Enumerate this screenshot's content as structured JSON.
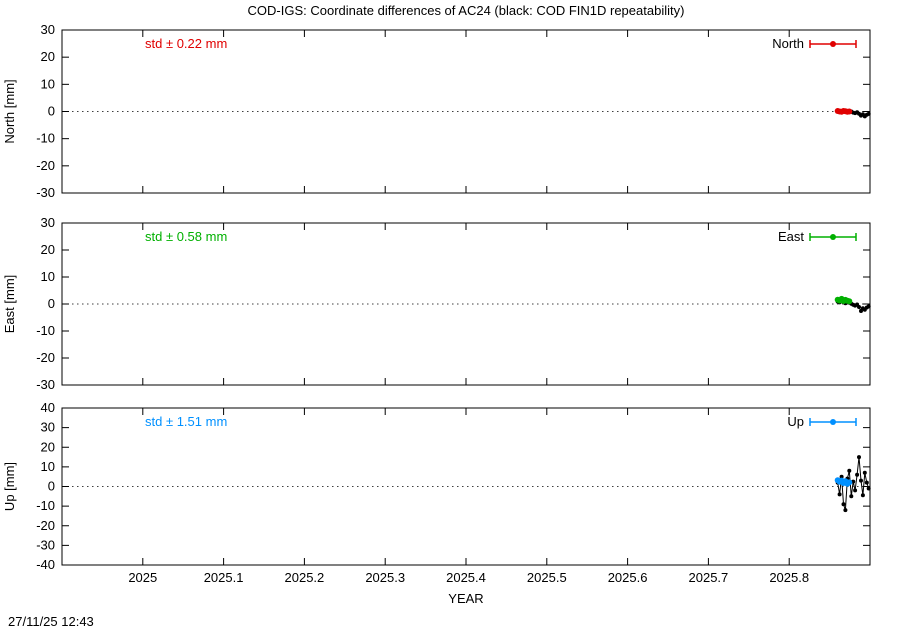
{
  "page": {
    "title": "COD-IGS: Coordinate differences of AC24 (black: COD FIN1D repeatability)",
    "timestamp": "27/11/25 12:43",
    "xlabel": "YEAR"
  },
  "chart_data": [
    {
      "type": "scatter",
      "panel": "North",
      "ylabel": "North [mm]",
      "ylim": [
        -30,
        30
      ],
      "yticks": [
        -30,
        -20,
        -10,
        0,
        10,
        20,
        30
      ],
      "xlim": [
        2024.9,
        2025.9
      ],
      "xticks": [
        2025,
        2025.1,
        2025.2,
        2025.3,
        2025.4,
        2025.5,
        2025.6,
        2025.7,
        2025.8
      ],
      "xticklabels": [
        "2025",
        "2025.1",
        "2025.2",
        "2025.3",
        "2025.4",
        "2025.5",
        "2025.6",
        "2025.7",
        "2025.8"
      ],
      "std_label": "std ± 0.22 mm",
      "legend": "North",
      "color": "#e00000",
      "zero_line": true,
      "series": [
        {
          "name": "COD FIN1D repeatability",
          "color": "#000000",
          "style": "linespoints",
          "x": [
            2025.86,
            2025.8624,
            2025.8648,
            2025.8672,
            2025.8696,
            2025.872,
            2025.8744,
            2025.8768,
            2025.8792,
            2025.8816,
            2025.884,
            2025.8864,
            2025.8888,
            2025.8912,
            2025.8936,
            2025.896,
            2025.8984
          ],
          "y": [
            0.4,
            0.1,
            -0.2,
            0.3,
            0.0,
            -0.3,
            0.2,
            0.0,
            -0.4,
            -0.6,
            -0.3,
            -0.8,
            -1.5,
            -1.0,
            -1.8,
            -1.2,
            -0.9
          ]
        },
        {
          "name": "North",
          "color": "#e00000",
          "style": "points",
          "x": [
            2025.86,
            2025.8624,
            2025.8648,
            2025.8672,
            2025.8696,
            2025.872,
            2025.8744
          ],
          "y": [
            0.2,
            0.0,
            -0.1,
            0.2,
            0.1,
            -0.1,
            0.0
          ]
        }
      ]
    },
    {
      "type": "scatter",
      "panel": "East",
      "ylabel": "East [mm]",
      "ylim": [
        -30,
        30
      ],
      "yticks": [
        -30,
        -20,
        -10,
        0,
        10,
        20,
        30
      ],
      "xlim": [
        2024.9,
        2025.9
      ],
      "xticks": [
        2025,
        2025.1,
        2025.2,
        2025.3,
        2025.4,
        2025.5,
        2025.6,
        2025.7,
        2025.8
      ],
      "xticklabels": [
        "2025",
        "2025.1",
        "2025.2",
        "2025.3",
        "2025.4",
        "2025.5",
        "2025.6",
        "2025.7",
        "2025.8"
      ],
      "std_label": "std ± 0.58 mm",
      "legend": "East",
      "color": "#00b000",
      "zero_line": true,
      "series": [
        {
          "name": "COD FIN1D repeatability",
          "color": "#000000",
          "style": "linespoints",
          "x": [
            2025.86,
            2025.8624,
            2025.8648,
            2025.8672,
            2025.8696,
            2025.872,
            2025.8744,
            2025.8768,
            2025.8792,
            2025.8816,
            2025.884,
            2025.8864,
            2025.8888,
            2025.8912,
            2025.8936,
            2025.896,
            2025.8984
          ],
          "y": [
            0.9,
            0.6,
            1.1,
            0.7,
            0.3,
            0.8,
            0.5,
            0.1,
            -0.3,
            -0.6,
            -0.2,
            -1.1,
            -2.6,
            -1.6,
            -2.1,
            -1.3,
            -0.9
          ]
        },
        {
          "name": "East",
          "color": "#00b000",
          "style": "points",
          "x": [
            2025.86,
            2025.8624,
            2025.8648,
            2025.8672,
            2025.8696,
            2025.872,
            2025.8744
          ],
          "y": [
            1.6,
            1.3,
            1.9,
            1.1,
            1.5,
            1.2,
            1.0
          ]
        }
      ]
    },
    {
      "type": "scatter",
      "panel": "Up",
      "ylabel": "Up [mm]",
      "ylim": [
        -40,
        40
      ],
      "yticks": [
        -40,
        -30,
        -20,
        -10,
        0,
        10,
        20,
        30,
        40
      ],
      "xlim": [
        2024.9,
        2025.9
      ],
      "xticks": [
        2025,
        2025.1,
        2025.2,
        2025.3,
        2025.4,
        2025.5,
        2025.6,
        2025.7,
        2025.8
      ],
      "xticklabels": [
        "2025",
        "2025.1",
        "2025.2",
        "2025.3",
        "2025.4",
        "2025.5",
        "2025.6",
        "2025.7",
        "2025.8"
      ],
      "std_label": "std ± 1.51 mm",
      "legend": "Up",
      "color": "#0090ff",
      "zero_line": true,
      "series": [
        {
          "name": "COD FIN1D repeatability",
          "color": "#000000",
          "style": "linespoints",
          "x": [
            2025.86,
            2025.8624,
            2025.8648,
            2025.8672,
            2025.8696,
            2025.872,
            2025.8744,
            2025.8768,
            2025.8792,
            2025.8816,
            2025.884,
            2025.8864,
            2025.8888,
            2025.8912,
            2025.8936,
            2025.896,
            2025.8984
          ],
          "y": [
            2.0,
            -4.0,
            5.0,
            -9.0,
            -12.0,
            4.0,
            8.0,
            -5.0,
            2.5,
            -2.0,
            6.0,
            15.0,
            3.0,
            -4.5,
            7.0,
            2.0,
            -1.0
          ]
        },
        {
          "name": "Up",
          "color": "#0090ff",
          "style": "points",
          "x": [
            2025.86,
            2025.8624,
            2025.8648,
            2025.8672,
            2025.8696,
            2025.872,
            2025.8744
          ],
          "y": [
            3.2,
            2.4,
            3.0,
            1.8,
            2.7,
            1.4,
            2.1
          ]
        }
      ]
    }
  ]
}
